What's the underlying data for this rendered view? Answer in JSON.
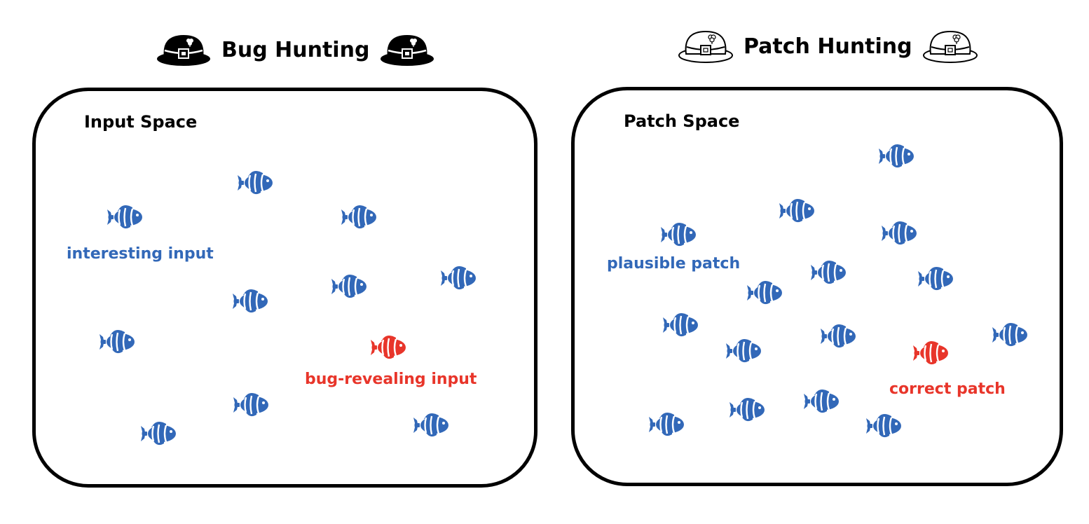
{
  "bug_side": {
    "title": "Bug Hunting",
    "hat_style": "black-hat-icon",
    "space_title": "Input Space",
    "normal_label": "interesting input",
    "special_label": "bug-revealing input"
  },
  "patch_side": {
    "title": "Patch Hunting",
    "hat_style": "white-hat-icon",
    "space_title": "Patch Space",
    "normal_label": "plausible patch",
    "special_label": "correct patch"
  },
  "colors": {
    "normal": "#3268b8",
    "special": "#e8352a",
    "border": "#000000"
  },
  "icons": {
    "fish": "clownfish-icon",
    "hat": "leprechaun-hat-icon"
  }
}
